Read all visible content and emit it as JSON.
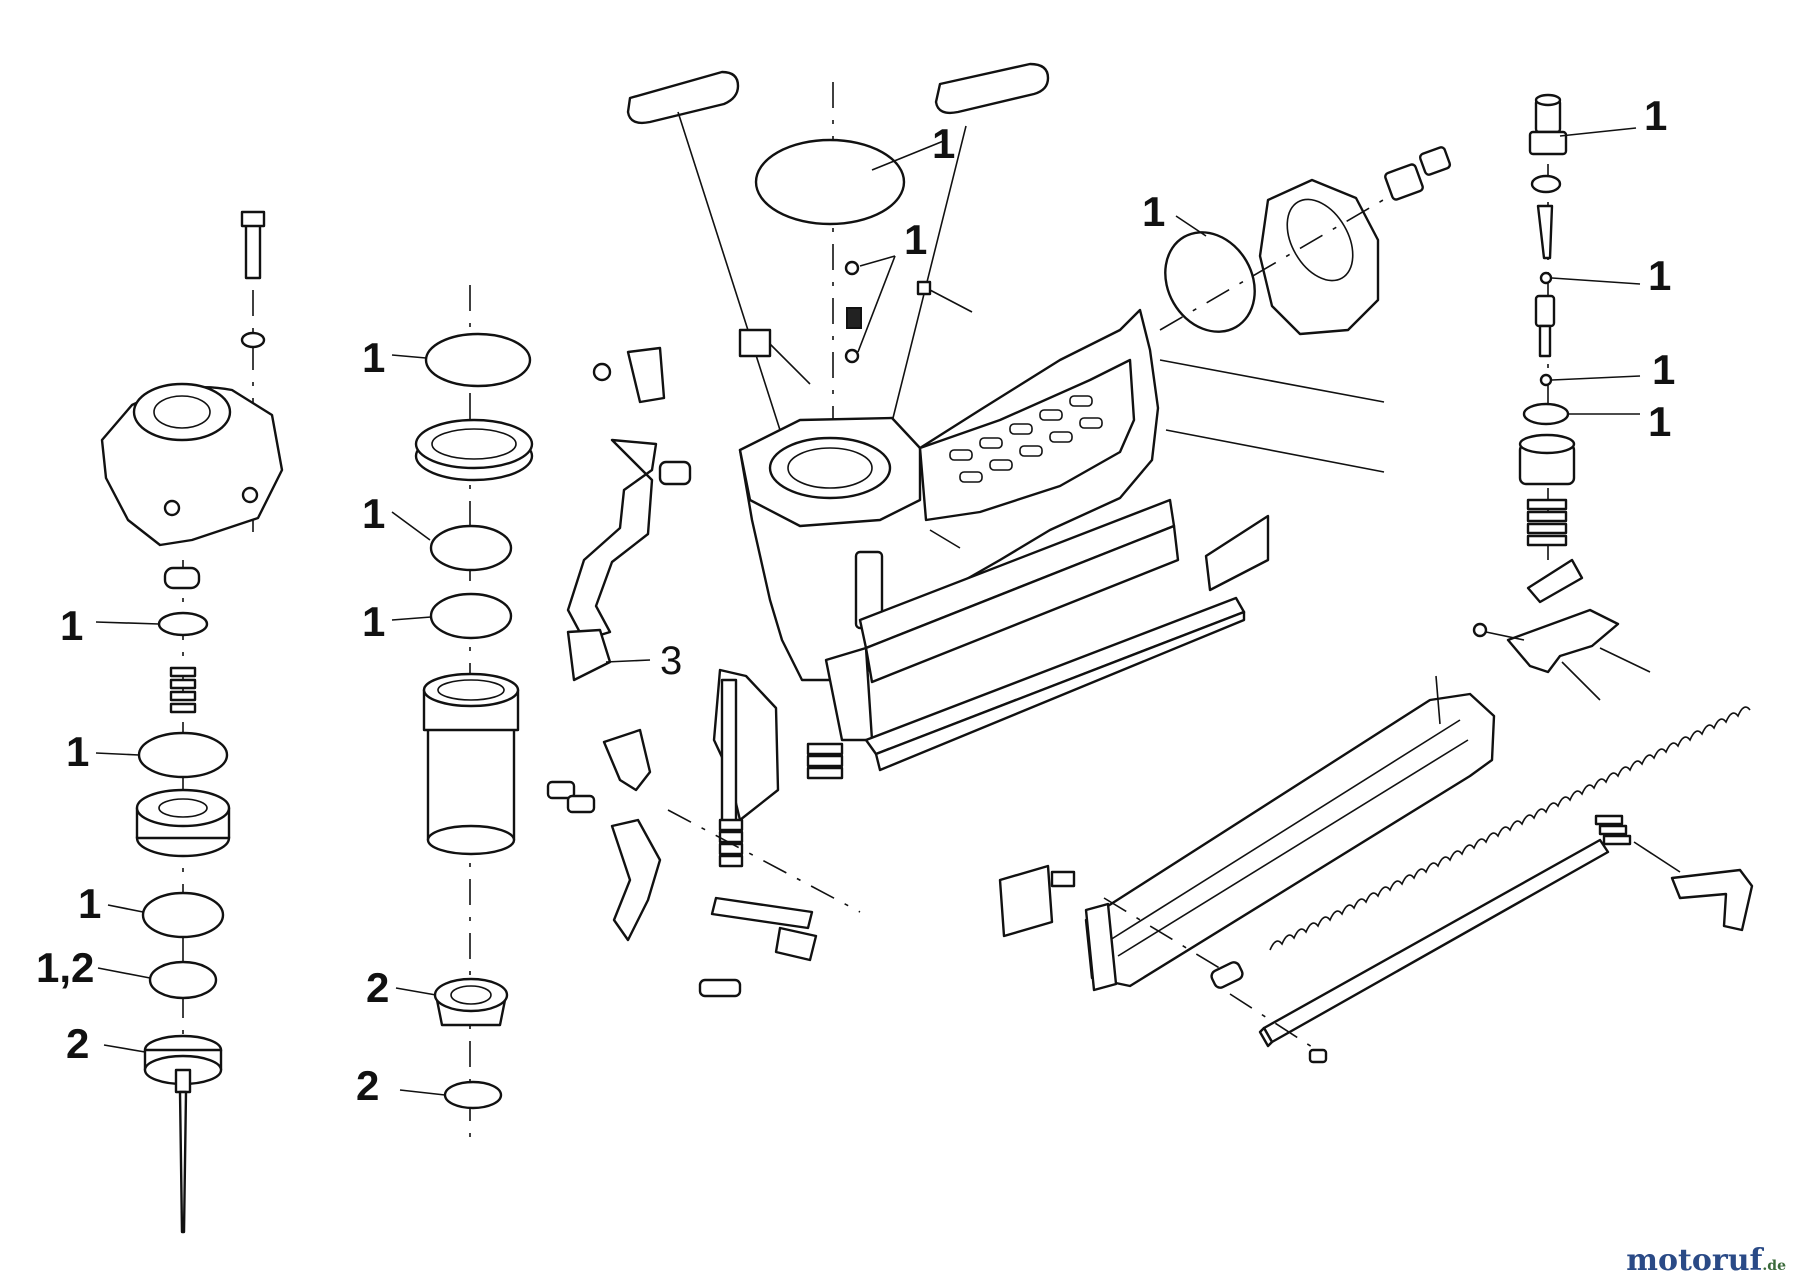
{
  "callouts": [
    {
      "id": "c-pin-top",
      "text": "1"
    },
    {
      "id": "c-left-1",
      "text": "1"
    },
    {
      "id": "c-left-2",
      "text": "1"
    },
    {
      "id": "c-left-3",
      "text": "1"
    },
    {
      "id": "c-left-4",
      "text": "1,2"
    },
    {
      "id": "c-left-5",
      "text": "2"
    },
    {
      "id": "c-mid-1",
      "text": "1"
    },
    {
      "id": "c-mid-2",
      "text": "1"
    },
    {
      "id": "c-mid-3",
      "text": "1"
    },
    {
      "id": "c-mid-4",
      "text": "2"
    },
    {
      "id": "c-mid-5",
      "text": "2"
    },
    {
      "id": "c-top-oring",
      "text": "1"
    },
    {
      "id": "c-top-washer",
      "text": "1"
    },
    {
      "id": "c-latch",
      "text": "3"
    },
    {
      "id": "c-cap-oring",
      "text": "1"
    },
    {
      "id": "c-right-1",
      "text": "1"
    },
    {
      "id": "c-right-2",
      "text": "1"
    },
    {
      "id": "c-right-3",
      "text": "1"
    },
    {
      "id": "c-right-4",
      "text": "1"
    }
  ],
  "watermark": {
    "brand": "motoruf",
    "tld": ".de",
    "color": "#2a4a86"
  }
}
